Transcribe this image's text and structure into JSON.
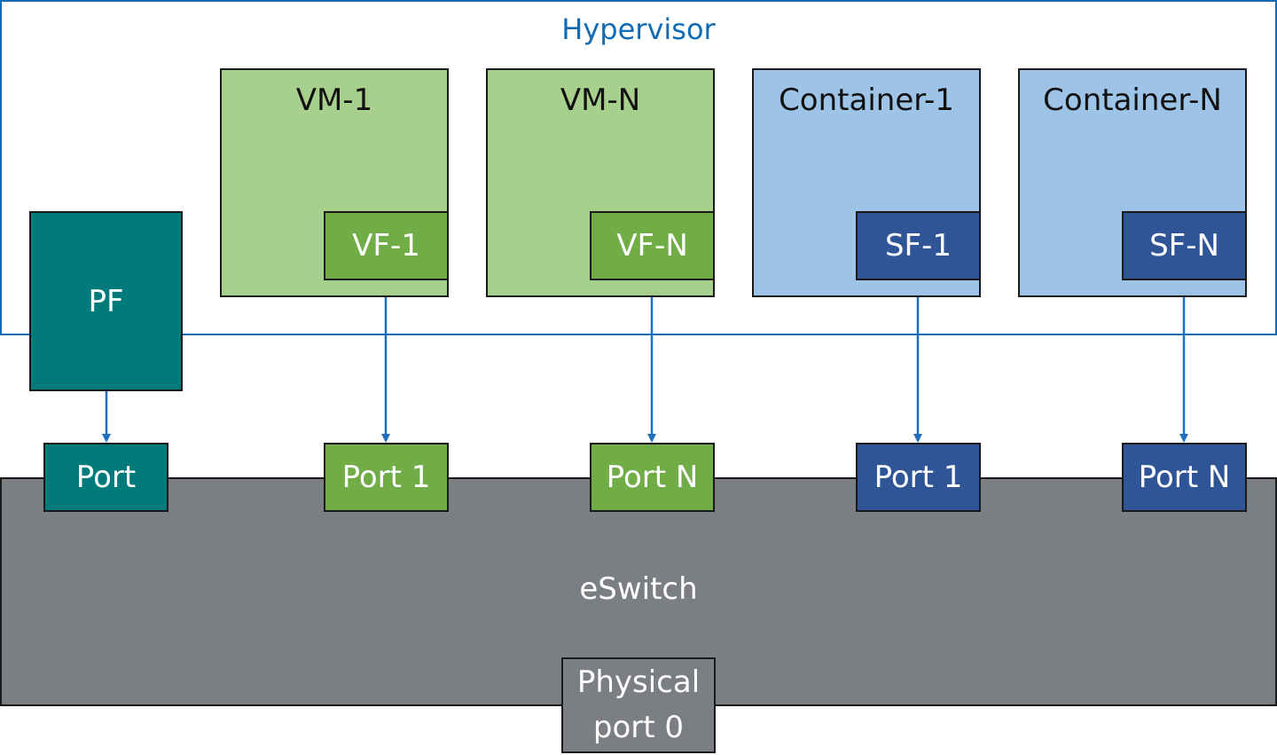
{
  "hypervisor": {
    "label": "Hypervisor"
  },
  "hosts": [
    {
      "label": "VM-1",
      "function": "VF-1",
      "port": "Port 1",
      "kind": "vm"
    },
    {
      "label": "VM-N",
      "function": "VF-N",
      "port": "Port N",
      "kind": "vm"
    },
    {
      "label": "Container-1",
      "function": "SF-1",
      "port": "Port 1",
      "kind": "container"
    },
    {
      "label": "Container-N",
      "function": "SF-N",
      "port": "Port N",
      "kind": "container"
    }
  ],
  "pf": {
    "label": "PF",
    "port": "Port"
  },
  "eswitch": {
    "label": "eSwitch",
    "physical_port": [
      "Physical",
      "port 0"
    ]
  },
  "colors": {
    "hypervisor_border": "#0f6cb4",
    "arrow": "#1f6fc0",
    "vm": "#a8d08d",
    "vf": "#70ad47",
    "container": "#9dc3e6",
    "sf": "#2f5597",
    "pf": "#007a7a",
    "eswitch": "#7b7e82"
  }
}
